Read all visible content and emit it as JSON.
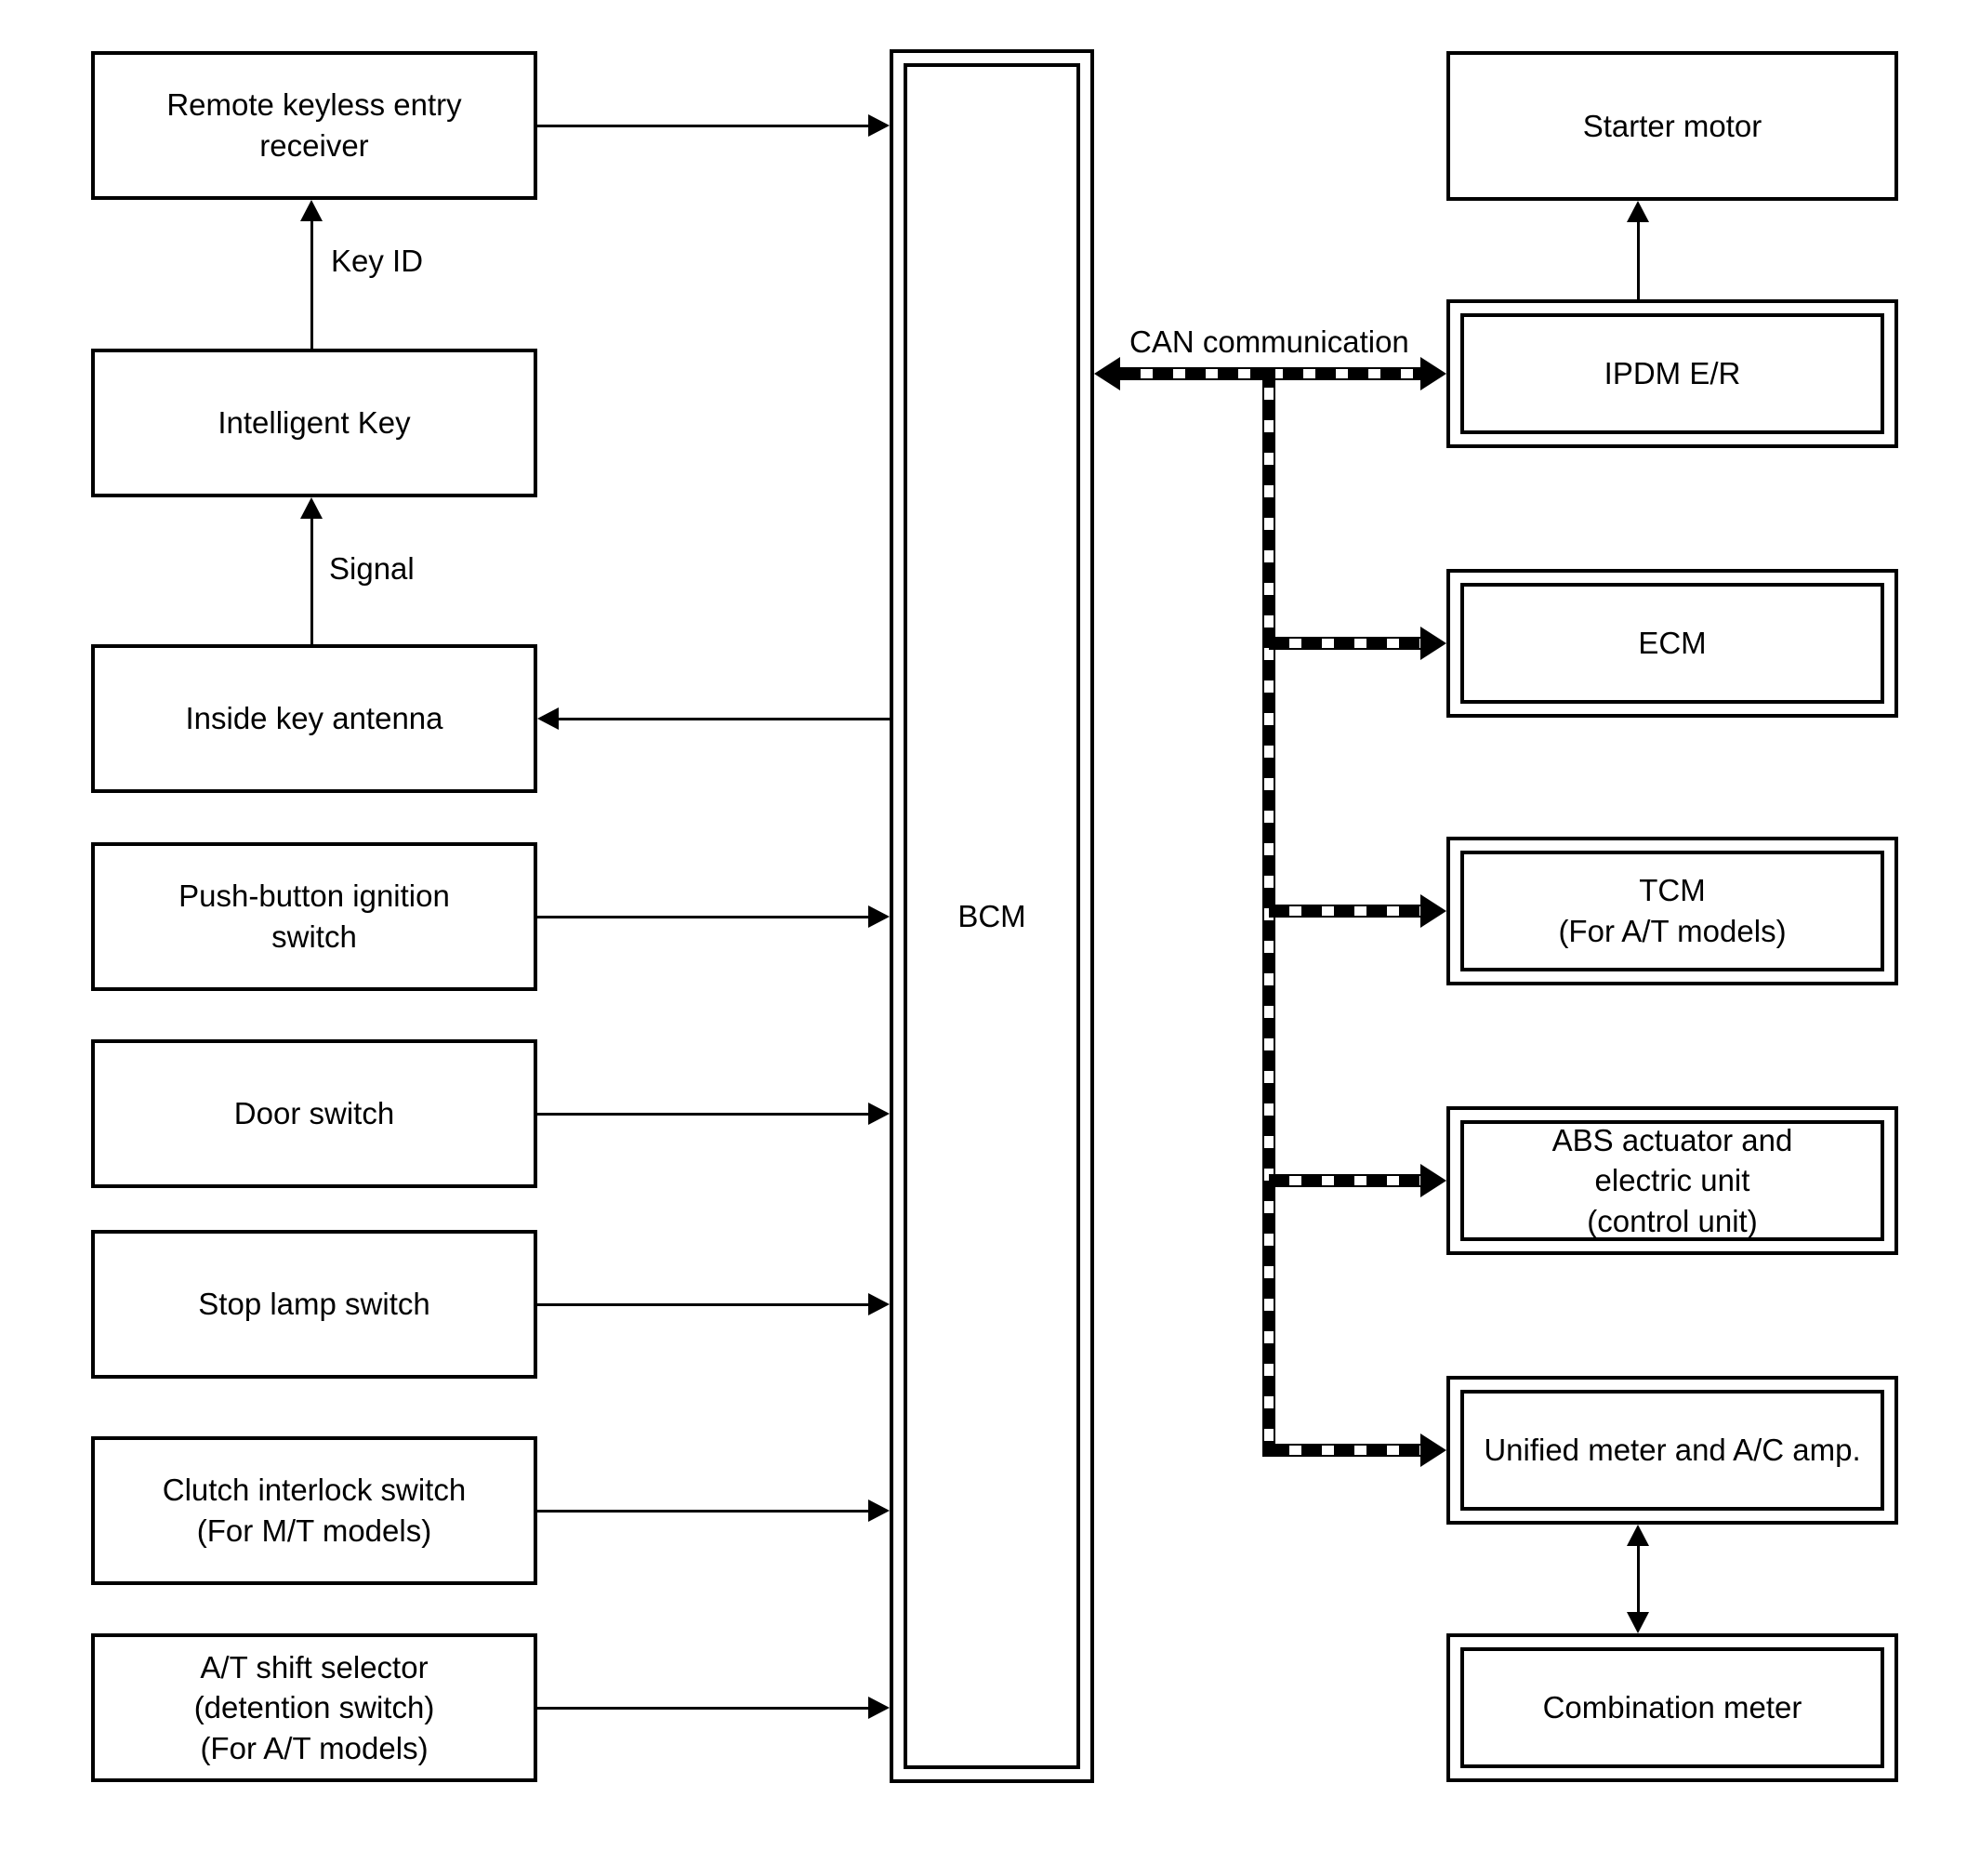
{
  "diagram": {
    "title": "BCM system block diagram",
    "background_color": "#ffffff",
    "line_color": "#000000"
  },
  "nodes": {
    "remote_keyless": {
      "label": "Remote keyless entry\nreceiver",
      "border": "single"
    },
    "intelligent_key": {
      "label": "Intelligent Key",
      "border": "single"
    },
    "inside_key_antenna": {
      "label": "Inside key antenna",
      "border": "single"
    },
    "push_button": {
      "label": "Push-button ignition\nswitch",
      "border": "single"
    },
    "door_switch": {
      "label": "Door switch",
      "border": "single"
    },
    "stop_lamp": {
      "label": "Stop lamp switch",
      "border": "single"
    },
    "clutch_interlock": {
      "label": "Clutch interlock switch\n(For M/T models)",
      "border": "single"
    },
    "at_shift": {
      "label": "A/T shift selector\n(detention switch)\n(For A/T models)",
      "border": "single"
    },
    "bcm": {
      "label": "BCM",
      "border": "double"
    },
    "starter_motor": {
      "label": "Starter motor",
      "border": "single"
    },
    "ipdm": {
      "label": "IPDM E/R",
      "border": "double"
    },
    "ecm": {
      "label": "ECM",
      "border": "double"
    },
    "tcm": {
      "label": "TCM\n(For A/T models)",
      "border": "double"
    },
    "abs": {
      "label": "ABS actuator and\nelectric unit\n(control unit)",
      "border": "double"
    },
    "unified_meter": {
      "label": "Unified meter and A/C amp.",
      "border": "double"
    },
    "combination_meter": {
      "label": "Combination meter",
      "border": "double"
    }
  },
  "labels": {
    "key_id": "Key ID",
    "signal": "Signal",
    "can": "CAN communication"
  },
  "edges": [
    {
      "from": "remote_keyless",
      "to": "bcm",
      "style": "thin-arrow"
    },
    {
      "from": "intelligent_key",
      "to": "remote_keyless",
      "style": "thin-arrow",
      "label": "Key ID"
    },
    {
      "from": "inside_key_antenna",
      "to": "intelligent_key",
      "style": "thin-arrow",
      "label": "Signal"
    },
    {
      "from": "bcm",
      "to": "inside_key_antenna",
      "style": "thin-arrow"
    },
    {
      "from": "push_button",
      "to": "bcm",
      "style": "thin-arrow"
    },
    {
      "from": "door_switch",
      "to": "bcm",
      "style": "thin-arrow"
    },
    {
      "from": "stop_lamp",
      "to": "bcm",
      "style": "thin-arrow"
    },
    {
      "from": "clutch_interlock",
      "to": "bcm",
      "style": "thin-arrow"
    },
    {
      "from": "at_shift",
      "to": "bcm",
      "style": "thin-arrow"
    },
    {
      "from": "ipdm",
      "to": "starter_motor",
      "style": "thin-arrow"
    },
    {
      "from": "bcm",
      "to": "ipdm",
      "style": "can-bus-double-arrow",
      "label": "CAN communication"
    },
    {
      "from": "can_bus",
      "to": "ecm",
      "style": "can-bus-arrow"
    },
    {
      "from": "can_bus",
      "to": "tcm",
      "style": "can-bus-arrow"
    },
    {
      "from": "can_bus",
      "to": "abs",
      "style": "can-bus-arrow"
    },
    {
      "from": "can_bus",
      "to": "unified_meter",
      "style": "can-bus-arrow"
    },
    {
      "from": "unified_meter",
      "to": "combination_meter",
      "style": "thin-double-arrow"
    }
  ]
}
